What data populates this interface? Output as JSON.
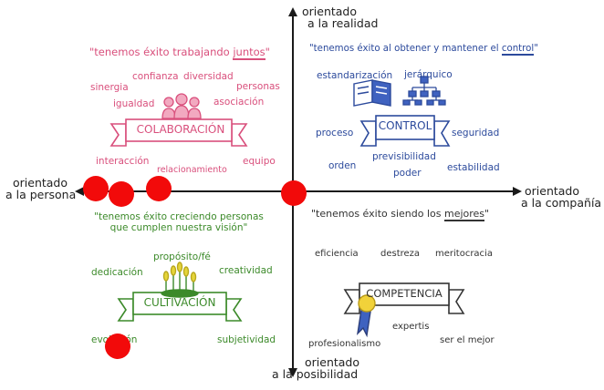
{
  "axes": {
    "top": [
      "orientado",
      "a la realidad"
    ],
    "bottom": [
      "orientado",
      "a la posibilidad"
    ],
    "left": [
      "orientado",
      "a la persona"
    ],
    "right": [
      "orientado",
      "a la compañía"
    ]
  },
  "quadrants": {
    "collaboration": {
      "quote_prefix": "\"tenemos éxito trabajando ",
      "quote_emphasis": "juntos",
      "quote_suffix": "\"",
      "banner": "COLABORACIÓN",
      "words": [
        "confianza",
        "diversidad",
        "sinergia",
        "personas",
        "igualdad",
        "asociación",
        "interacción",
        "relacionamiento",
        "equipo"
      ]
    },
    "control": {
      "quote_prefix": "\"tenemos éxito al obtener y mantener el ",
      "quote_emphasis": "control",
      "quote_suffix": "\"",
      "banner": "CONTROL",
      "words": [
        "estandarización",
        "jerárquico",
        "proceso",
        "seguridad",
        "previsibilidad",
        "orden",
        "poder",
        "estabilidad"
      ]
    },
    "cultivation": {
      "quote_line1": "\"tenemos éxito creciendo personas",
      "quote_line2": "que cumplen nuestra visión\"",
      "banner": "CULTIVACIÓN",
      "words": [
        "propósito/fé",
        "dedicación",
        "creatividad",
        "evolución",
        "subjetividad"
      ]
    },
    "competence": {
      "quote_prefix": "\"tenemos éxito siendo los ",
      "quote_emphasis": "mejores",
      "quote_suffix": "\"",
      "banner": "COMPETENCIA",
      "words": [
        "eficiencia",
        "destreza",
        "meritocracia",
        "expertis",
        "profesionalismo",
        "ser el mejor"
      ]
    }
  },
  "colors": {
    "collaboration": "#d94f7c",
    "control": "#2c4a9c",
    "cultivation": "#3c8a2a",
    "competence": "#333333",
    "marker": "#f20a0a"
  },
  "icons": [
    "people-icon",
    "book-icon",
    "org-chart-icon",
    "plant-icon",
    "medal-icon"
  ]
}
